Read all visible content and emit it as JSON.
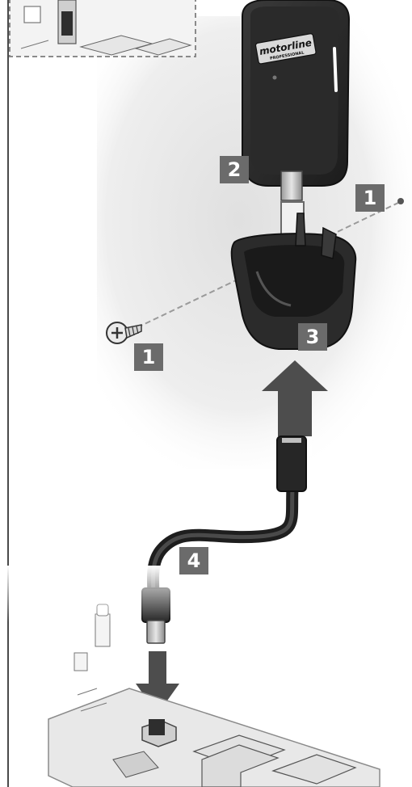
{
  "brand": {
    "logo_text": "motorline",
    "logo_subtext": "PROFESSIONAL"
  },
  "steps": [
    {
      "id": "screw-right",
      "label": "1"
    },
    {
      "id": "insert-key",
      "label": "2"
    },
    {
      "id": "screw-left",
      "label": "1"
    },
    {
      "id": "holder",
      "label": "3"
    },
    {
      "id": "cable",
      "label": "4"
    }
  ],
  "colors": {
    "badge": "#6b6b6b",
    "part_dark": "#2e2e2e",
    "arrow": "#4d4d4d",
    "cable_connector": "#bfbfbf",
    "board": "#e8e8e8"
  },
  "icons": [
    "screw-icon",
    "down-arrow-icon",
    "up-arrow-icon"
  ]
}
